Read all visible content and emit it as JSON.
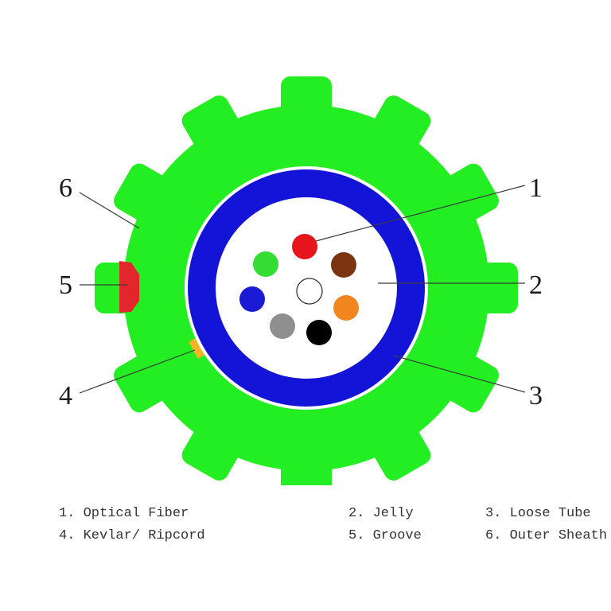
{
  "callouts": [
    "1",
    "2",
    "3",
    "4",
    "5",
    "6"
  ],
  "legend": {
    "items": [
      "1. Optical Fiber",
      "2. Jelly",
      "3. Loose Tube",
      "4. Kevlar/ Ripcord",
      "5. Groove",
      "6. Outer Sheath"
    ]
  },
  "colors": {
    "outer_sheath": "#22ee22",
    "loose_tube": "#1414d8",
    "jelly": "#ffffff",
    "groove": "#e3262c",
    "kevlar": "#f6b323",
    "fibers": [
      "#e8141c",
      "#7b3410",
      "#f2861e",
      "#000000",
      "#8f8f8f",
      "#1b1bd6",
      "#33dd33",
      "#ffffff"
    ]
  }
}
